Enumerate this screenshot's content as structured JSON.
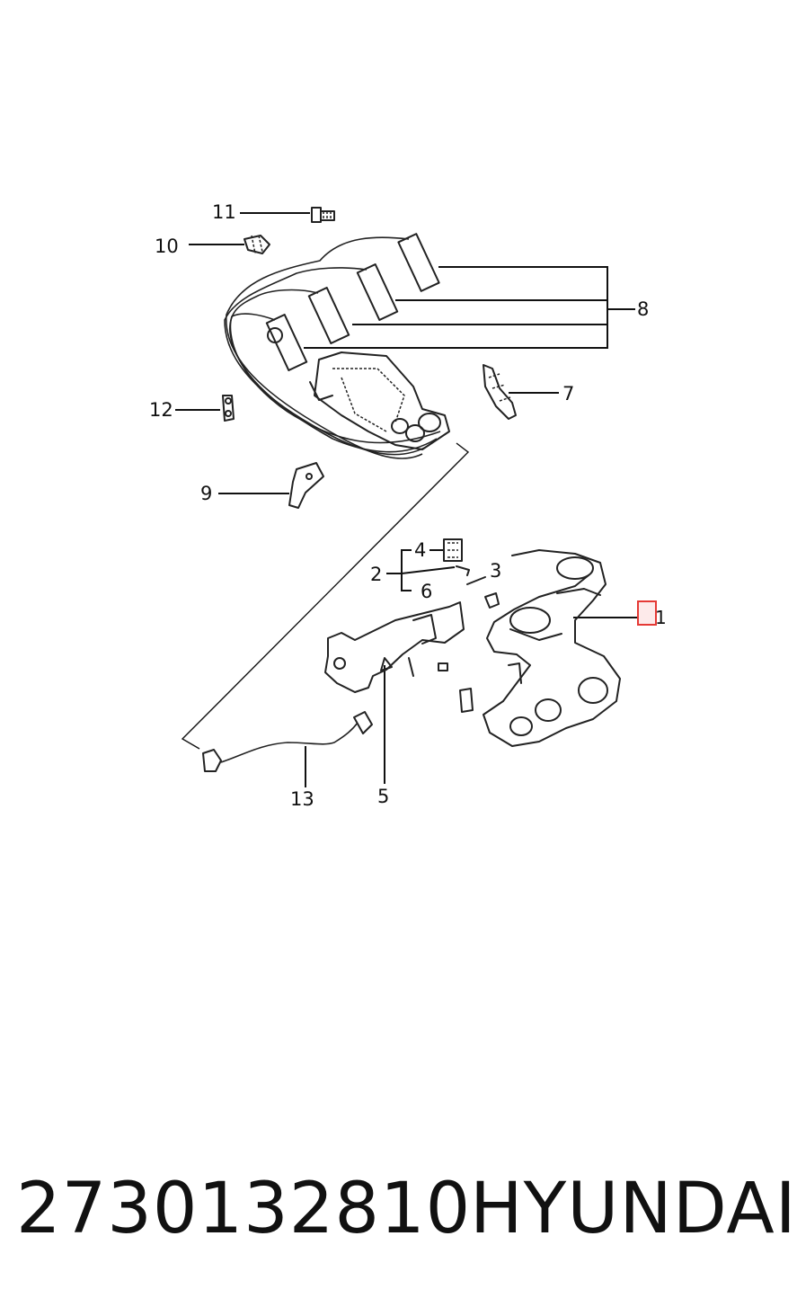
{
  "callouts": {
    "c1": "1",
    "c2": "2",
    "c3": "3",
    "c4": "4",
    "c5": "5",
    "c6": "6",
    "c7": "7",
    "c8": "8",
    "c9": "9",
    "c10": "10",
    "c11": "11",
    "c12": "12",
    "c13": "13"
  },
  "footer": {
    "part_number": "2730132810",
    "brand": "HYUNDAI"
  },
  "colors": {
    "line": "#222222",
    "highlight": "#e53935"
  }
}
